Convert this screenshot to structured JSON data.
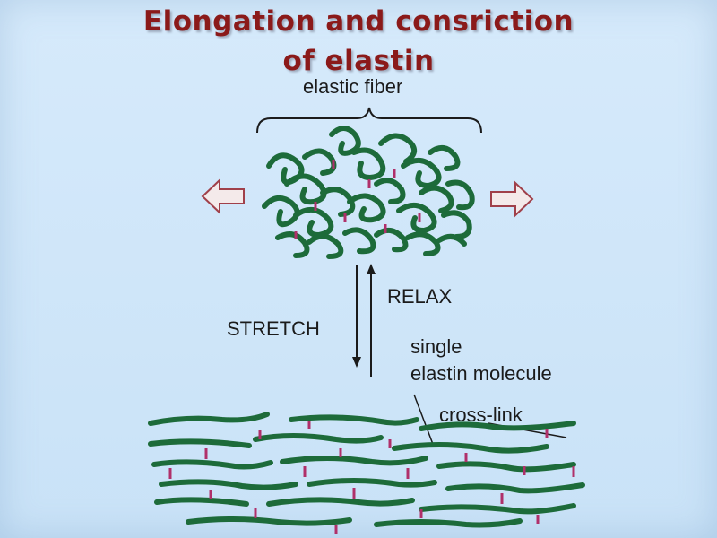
{
  "slide": {
    "title_line1": "Elongation and consriction",
    "title_line2": "of elastin",
    "colors": {
      "background": "#cfe5f8",
      "title": "#8b1a1a",
      "fiber": "#1d6b3a",
      "crosslink": "#b0306a",
      "arrow_outline": "#a0404a"
    }
  },
  "diagram": {
    "label_elastic_fiber": "elastic fiber",
    "label_relax": "RELAX",
    "label_stretch": "STRETCH",
    "label_single_line1": "single",
    "label_single_line2": "elastin molecule",
    "label_crosslink": "cross-link",
    "icons": [
      "brace-icon",
      "left-hollow-arrow-icon",
      "right-hollow-arrow-icon",
      "stretch-arrow-icon",
      "relax-arrow-icon"
    ]
  }
}
